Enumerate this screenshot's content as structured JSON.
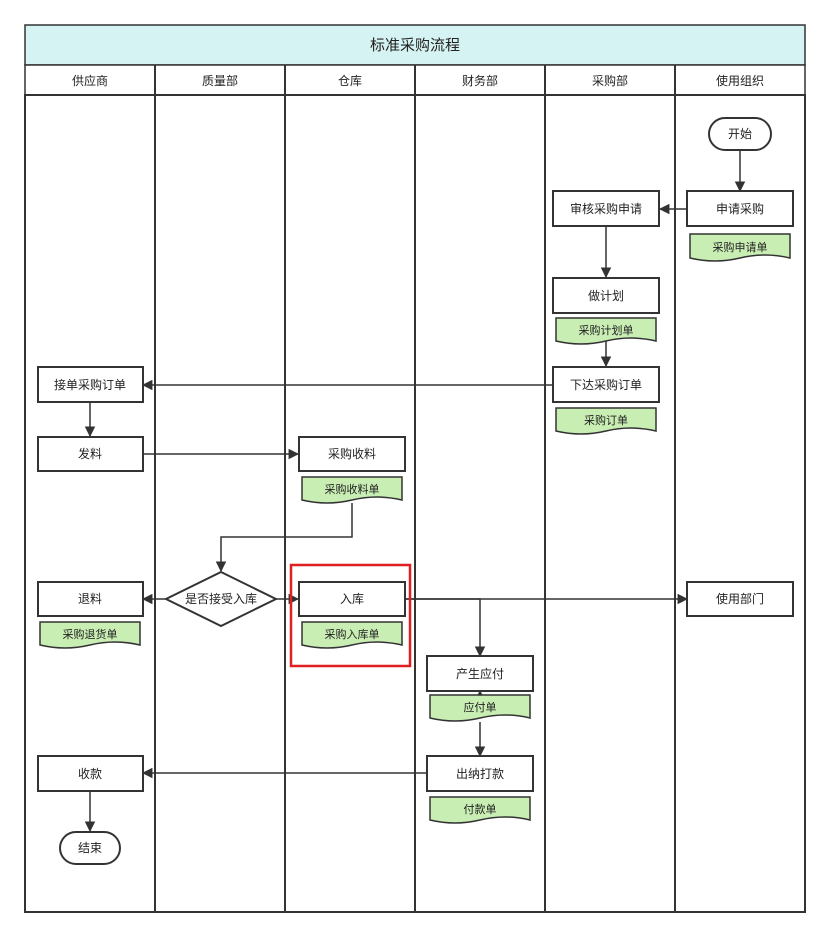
{
  "title": "标准采购流程",
  "lanes": [
    "供应商",
    "质量部",
    "仓库",
    "财务部",
    "采购部",
    "使用组织"
  ],
  "nodes": {
    "start": "开始",
    "apply_purchase": "申请采购",
    "review_request": "审核采购申请",
    "make_plan": "做计划",
    "issue_order": "下达采购订单",
    "accept_order": "接单采购订单",
    "ship_goods": "发料",
    "receive_goods": "采购收料",
    "accept_decision": "是否接受入库",
    "return_goods": "退料",
    "warehousing": "入库",
    "use_dept": "使用部门",
    "payable": "产生应付",
    "cashier_pay": "出纳打款",
    "collect_payment": "收款",
    "end": "结束"
  },
  "docs": {
    "request_form": "采购申请单",
    "plan_form": "采购计划单",
    "order_form": "采购订单",
    "receipt_form": "采购收料单",
    "return_form": "采购退货单",
    "inbound_form": "采购入库单",
    "payable_form": "应付单",
    "payment_form": "付款单"
  },
  "colors": {
    "header_bg": "#d6f3f3",
    "doc_fill": "#c9eeb4",
    "line": "#333333",
    "highlight": "#e02020"
  }
}
